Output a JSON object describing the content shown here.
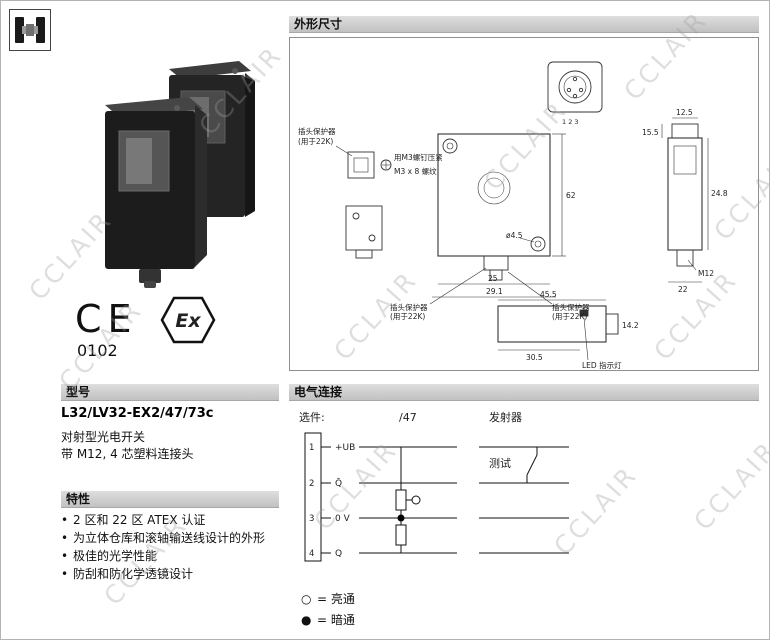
{
  "watermark": "CCLAIR",
  "certs": {
    "ce": "CE",
    "ce_number": "0102",
    "ex": "Ex"
  },
  "model": {
    "header": "型号",
    "name": "L32/LV32-EX2/47/73c",
    "desc_line1": "对射型光电开关",
    "desc_line2": "带 M12, 4 芯塑料连接头"
  },
  "features": {
    "header": "特性",
    "items": [
      "2 区和 22 区 ATEX 认证",
      "为立体仓库和滚轴输送线设计的外形",
      "极佳的光学性能",
      "防刮和防化学透镜设计"
    ]
  },
  "dimensions": {
    "header": "外形尺寸",
    "labels": {
      "plug_protector": "插头保护器",
      "plug_protector_note": "(用于22K)",
      "m3_clamp": "用M3螺钉压紧",
      "m3_thread": "M3 x 8 螺纹",
      "pin_numbers": "1 2 3",
      "hole_dia": "ø4.5",
      "height": "62",
      "width_inner": "25",
      "width_outer": "29.1",
      "top_width": "12.5",
      "top_depth": "15.5",
      "depth": "24.8",
      "connector_thread": "M12",
      "body_width": "22",
      "side_length": "45.5",
      "side_height": "14.2",
      "led_offset": "30.5",
      "led": "LED 指示灯"
    }
  },
  "electrical": {
    "header": "电气连接",
    "option_label": "选件:",
    "option_value": "/47",
    "emitter_label": "发射器",
    "test_label": "测试",
    "pins": [
      {
        "num": "1",
        "label": "+UB"
      },
      {
        "num": "2",
        "label": "Q̄"
      },
      {
        "num": "3",
        "label": "0 V"
      },
      {
        "num": "4",
        "label": "Q"
      }
    ],
    "legend": [
      {
        "symbol": "○",
        "text": "=  亮通"
      },
      {
        "symbol": "●",
        "text": "=  暗通"
      }
    ]
  }
}
